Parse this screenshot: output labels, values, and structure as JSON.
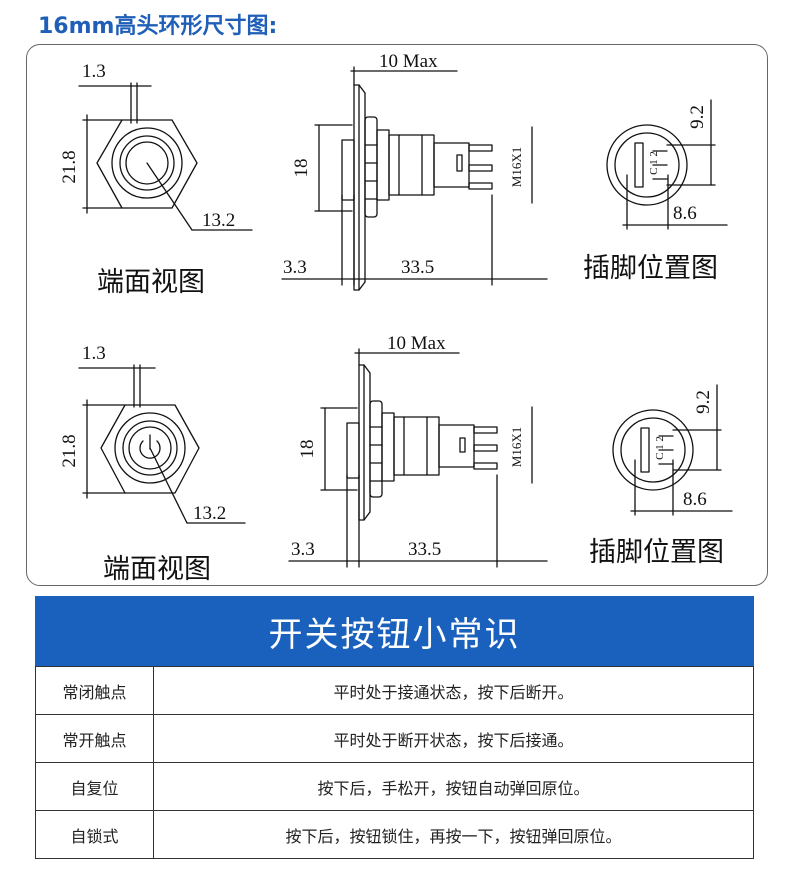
{
  "title": "16mm高头环形尺寸图:",
  "drawings": [
    {
      "front_view": {
        "label": "端面视图",
        "dim_top": "1.3",
        "dim_height": "21.8",
        "dim_radius": "13.2",
        "symbol": "ring"
      },
      "side_view": {
        "dim_top": "10 Max",
        "dim_height": "18",
        "thread": "M16X1",
        "dim_bottom_left": "3.3",
        "dim_bottom_right": "33.5"
      },
      "pin_view": {
        "label": "插脚位置图",
        "dim_right": "9.2",
        "dim_bottom": "8.6",
        "pins": "C 1 2"
      }
    },
    {
      "front_view": {
        "label": "端面视图",
        "dim_top": "1.3",
        "dim_height": "21.8",
        "dim_radius": "13.2",
        "symbol": "power"
      },
      "side_view": {
        "dim_top": "10 Max",
        "dim_height": "18",
        "thread": "M16X1",
        "dim_bottom_left": "3.3",
        "dim_bottom_right": "33.5"
      },
      "pin_view": {
        "label": "插脚位置图",
        "dim_right": "9.2",
        "dim_bottom": "8.6",
        "pins": "C 1 2"
      }
    }
  ],
  "tips": {
    "title": "开关按钮小常识",
    "rows": [
      {
        "term": "常闭触点",
        "desc": "平时处于接通状态，按下后断开。"
      },
      {
        "term": "常开触点",
        "desc": "平时处于断开状态，按下后接通。"
      },
      {
        "term": "自复位",
        "desc": "按下后，手松开，按钮自动弹回原位。"
      },
      {
        "term": "自锁式",
        "desc": "按下后，按钮锁住，再按一下，按钮弹回原位。"
      }
    ]
  }
}
